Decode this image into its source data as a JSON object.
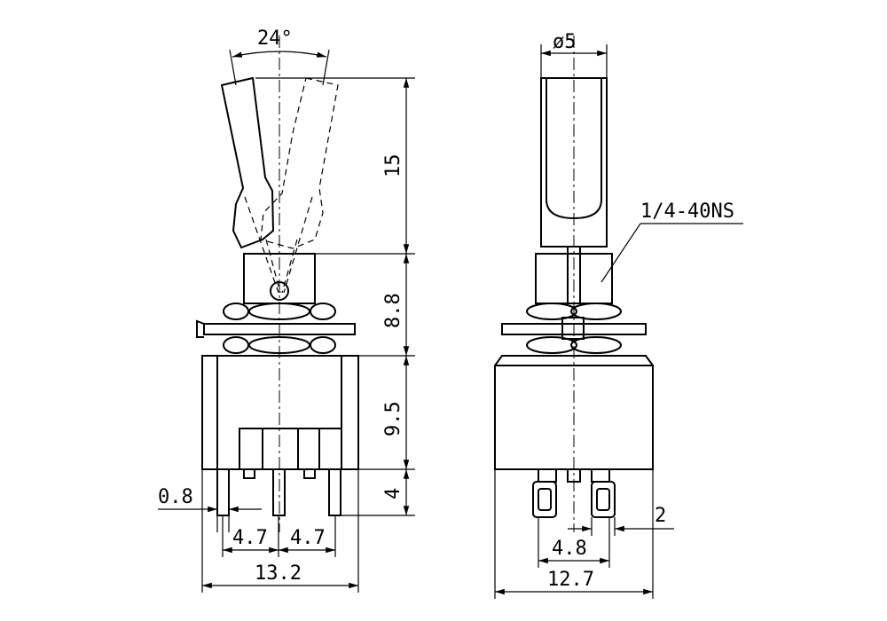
{
  "diagram": {
    "side_view": {
      "lever_angle": "24°",
      "lever_height": "15",
      "bushing_height": "8.8",
      "body_height": "9.5",
      "terminal_length": "4",
      "terminal_width": "0.8",
      "terminal_pitch_left": "4.7",
      "terminal_pitch_right": "4.7",
      "body_width": "13.2"
    },
    "front_view": {
      "lever_diameter": "ø5",
      "thread_spec": "1/4-40NS",
      "terminal_pitch": "4.8",
      "terminal_gap": "2",
      "body_depth": "12.7"
    }
  }
}
